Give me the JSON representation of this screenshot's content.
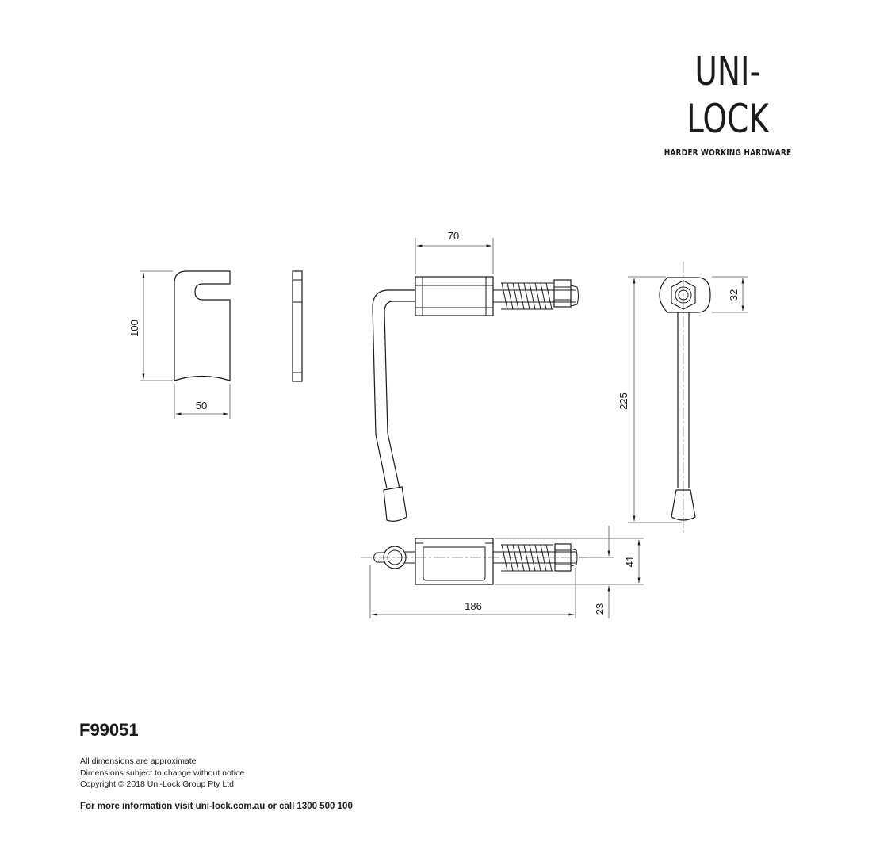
{
  "brand": {
    "name": "UNI-LOCK",
    "tagline": "HARDER WORKING HARDWARE"
  },
  "dimensions": {
    "plate_height": "100",
    "plate_width": "50",
    "body_length": "70",
    "pin_length": "225",
    "head_size": "32",
    "overall_length": "186",
    "body_height": "41",
    "offset": "23"
  },
  "footer": {
    "part_number": "F99051",
    "notes": [
      "All dimensions are approximate",
      "Dimensions subject to change without notice",
      "Copyright © 2018 Uni-Lock Group Pty Ltd"
    ],
    "contact": "For more information visit uni-lock.com.au or call 1300 500 100"
  },
  "colors": {
    "line": "#1a1a1a",
    "dim": "#555555",
    "paper": "#ffffff"
  }
}
